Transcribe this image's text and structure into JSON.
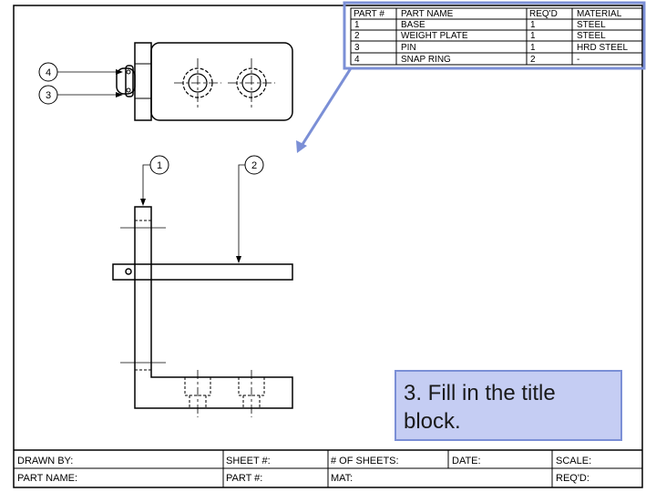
{
  "parts_list": {
    "headers": [
      "PART #",
      "PART NAME",
      "REQ'D",
      "MATERIAL"
    ],
    "rows": [
      [
        "1",
        "BASE",
        "1",
        "STEEL"
      ],
      [
        "2",
        "WEIGHT PLATE",
        "1",
        "STEEL"
      ],
      [
        "3",
        "PIN",
        "1",
        "HRD STEEL"
      ],
      [
        "4",
        "SNAP RING",
        "2",
        "-"
      ]
    ]
  },
  "balloons": {
    "b4": "4",
    "b3": "3",
    "b1": "1",
    "b2": "2"
  },
  "callout": {
    "text": "3. Fill in the title block."
  },
  "title_block": {
    "drawn_by": "DRAWN BY:",
    "sheet_no": "SHEET #:",
    "num_sheets": "# OF SHEETS:",
    "date": "DATE:",
    "scale": "SCALE:",
    "part_name": "PART NAME:",
    "part_no": "PART #:",
    "mat": "MAT:",
    "reqd": "REQ'D:"
  },
  "colors": {
    "highlight_border": "#7b8fd6",
    "callout_fill": "#c5cdf3"
  }
}
